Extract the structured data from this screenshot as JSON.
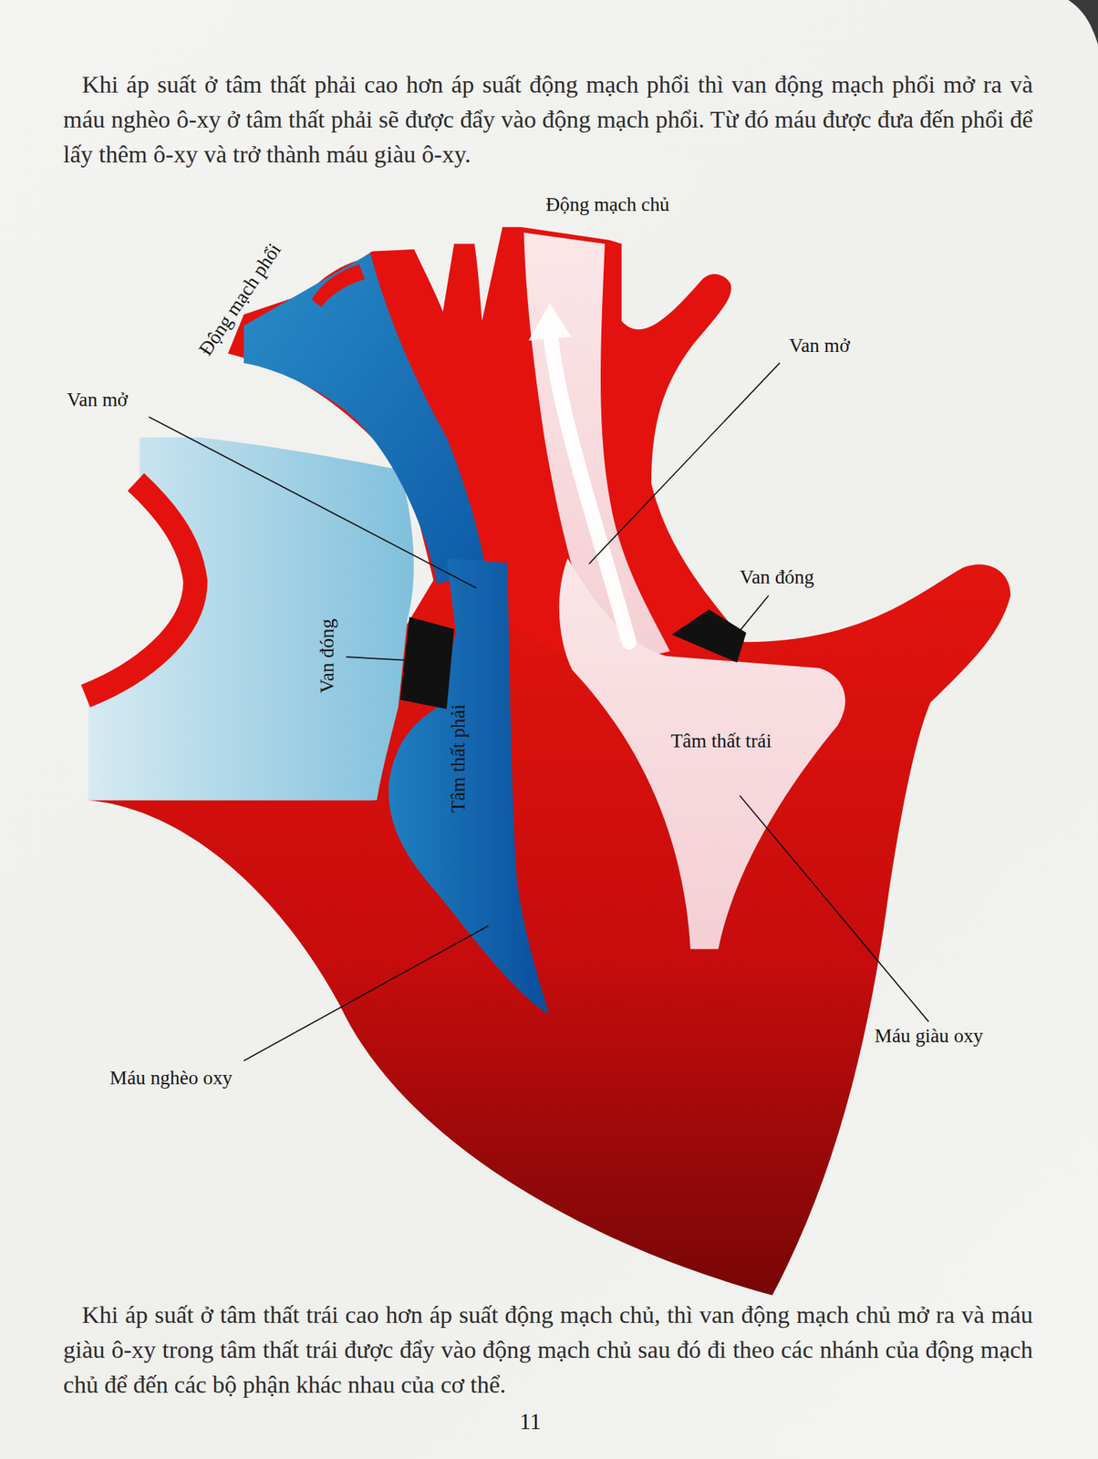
{
  "diagram": {
    "labels": [
      "Khi áp suất ở tâm thất phải cao hơn áp suất động mạch phổi thì van động mạch phổi mở ra và máu nghèo ô-xy ở tâm thất phải sẽ được đẩy vào động mạch phổi. Từ đó máu được đưa đến phổi để lấy thêm ô-xy và trở thành máu giàu ô-xy.",
      "Động mạch chủ",
      "Động mạch phổi",
      "Van mở",
      "Van mở",
      "Van đóng",
      "Van đóng",
      "Tâm thất phải",
      "Tâm thất trái",
      "Máu giàu oxy",
      "Máu nghèo oxy",
      "Khi áp suất ở tâm thất trái cao hơn áp suất động mạch chủ, thì van động mạch chủ mở ra và máu giàu ô-xy trong tâm thất trái được đẩy vào động mạch chủ sau đó đi theo các nhánh của động mạch chủ để đến các bộ phận khác nhau của cơ thể.",
      "11"
    ]
  }
}
